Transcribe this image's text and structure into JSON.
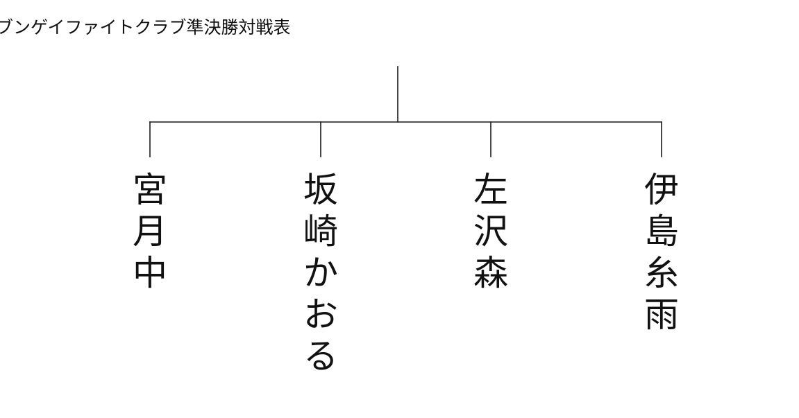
{
  "title": "ブンゲイファイトクラブ準決勝対戦表",
  "participants": [
    {
      "name": "宮月中"
    },
    {
      "name": "坂崎かおる"
    },
    {
      "name": "左沢森"
    },
    {
      "name": "伊島糸雨"
    }
  ]
}
